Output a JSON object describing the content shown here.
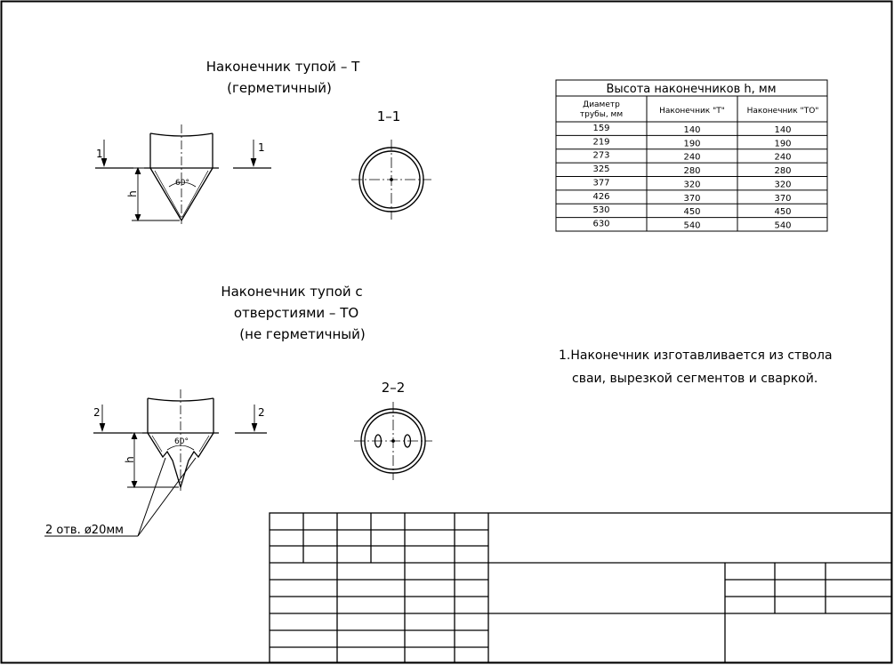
{
  "view_T": {
    "title_line1": "Наконечник тупой – Т",
    "title_line2": "(герметичный)",
    "section_label": "1–1",
    "cut_mark": "1",
    "dim_h": "h",
    "angle": "60°"
  },
  "view_TO": {
    "title_line1": "Наконечник тупой с",
    "title_line2": "отверстиями – ТО",
    "title_line3": "(не герметичный)",
    "section_label": "2–2",
    "cut_mark": "2",
    "dim_h": "h",
    "angle": "60°",
    "holes_callout": "2 отв. ø20мм"
  },
  "height_table": {
    "caption": "Высота наконечников h, мм",
    "col_diameter_line1": "Диаметр",
    "col_diameter_line2": "трубы, мм",
    "col_T": "Наконечник \"Т\"",
    "col_TO": "Наконечник \"ТО\"",
    "rows": [
      {
        "d": "159",
        "t": "140",
        "to": "140"
      },
      {
        "d": "219",
        "t": "190",
        "to": "190"
      },
      {
        "d": "273",
        "t": "240",
        "to": "240"
      },
      {
        "d": "325",
        "t": "280",
        "to": "280"
      },
      {
        "d": "377",
        "t": "320",
        "to": "320"
      },
      {
        "d": "426",
        "t": "370",
        "to": "370"
      },
      {
        "d": "530",
        "t": "450",
        "to": "450"
      },
      {
        "d": "630",
        "t": "540",
        "to": "540"
      }
    ]
  },
  "notes": {
    "line1": "1.Наконечник изготавливается из ствола",
    "line2": "сваи, вырезкой сегментов и сваркой."
  }
}
